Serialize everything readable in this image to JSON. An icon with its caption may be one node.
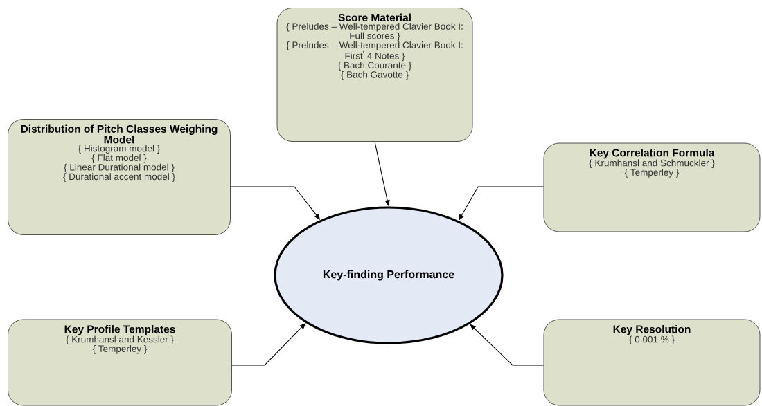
{
  "diagram": {
    "nodes": [
      {
        "text": [
          "Score Material",
          "{ Preludes – Well-tempered Clavier Book I: Full scores }",
          "{ Preludes – Well-tempered Clavier Book I: First$^{'}$ 4 Notes }",
          "{ Bach Courante }",
          "{ Bach Gavotte }"
        ]
      },
      {
        "text": [
          "Distribution of Pitch Classes Weighing Model",
          "{ Histogram model }",
          "{ Flat model }",
          "{ Linear Durational model }",
          "{ Durational accent model }"
        ]
      },
      {
        "text": [
          "Key Correlation Formula",
          "{ Krumhansl and Schmuckler }",
          "{ Temperley }"
        ]
      },
      {
        "text": [
          "Key-finding Performance"
        ]
      },
      {
        "text": [
          "Key Profile Templates",
          "{ Krumhansl and Kessler }",
          "{ Temperley }"
        ]
      },
      {
        "text": [
          "Key Resolution",
          "{ 0.001 % }"
        ]
      }
    ],
    "edges": [
      {
        "from": 0,
        "to": 3,
        "arrow": "to"
      },
      {
        "from": 1,
        "to": 3,
        "arrow": "to"
      },
      {
        "from": 2,
        "to": 3,
        "arrow": "to"
      },
      {
        "from": 4,
        "to": 3,
        "arrow": "to"
      },
      {
        "from": 5,
        "to": 3,
        "arrow": "to"
      }
    ]
  }
}
